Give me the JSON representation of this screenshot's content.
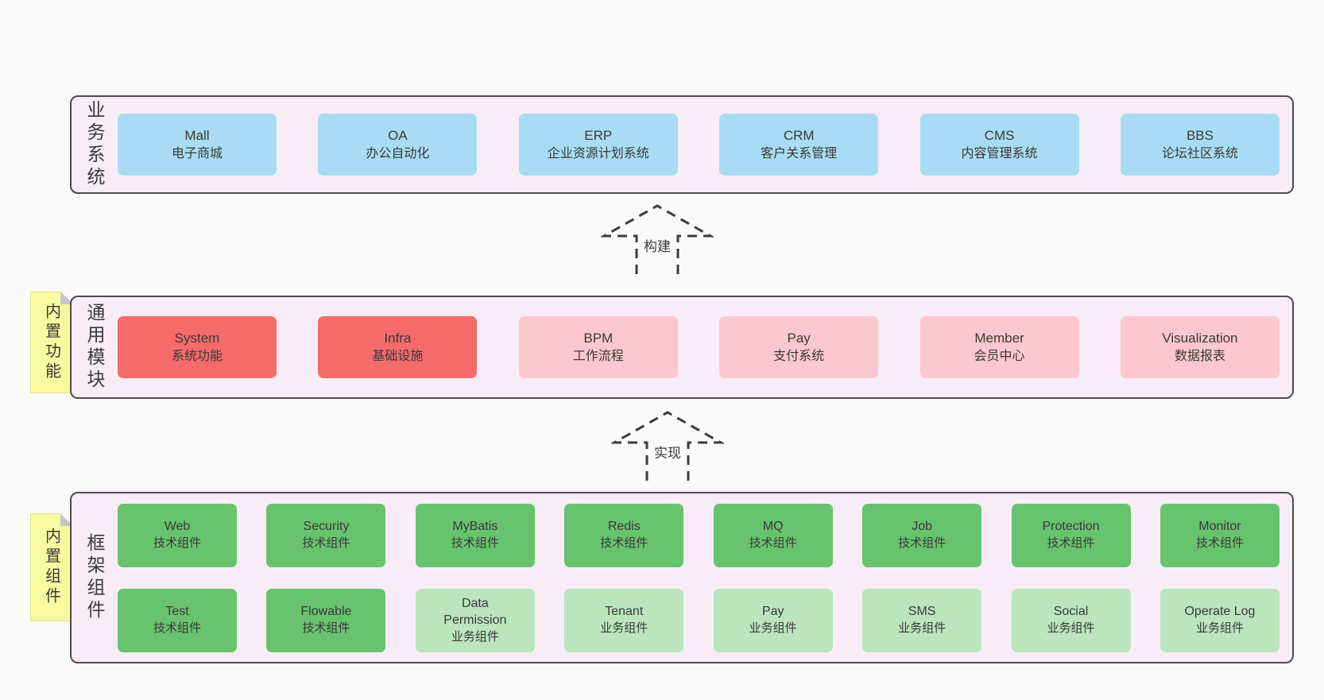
{
  "colors": {
    "band_background": "#f8edf6",
    "band_border": "#4c4c4c",
    "business_box": "#a9dcf4",
    "core_module_box": "#f56b6b",
    "optional_module_box": "#fcc7ce",
    "tech_component_box": "#67c36d",
    "biz_component_box": "#bae5bd",
    "sticky_note": "#fafaa0",
    "text": "#3a3a3a"
  },
  "arrows": [
    {
      "label": "构建"
    },
    {
      "label": "实现"
    }
  ],
  "band_top": {
    "label": "业务系统",
    "boxes": [
      {
        "en": "Mall",
        "zh": "电子商城"
      },
      {
        "en": "OA",
        "zh": "办公自动化"
      },
      {
        "en": "ERP",
        "zh": "企业资源计划系统"
      },
      {
        "en": "CRM",
        "zh": "客户关系管理"
      },
      {
        "en": "CMS",
        "zh": "内容管理系统"
      },
      {
        "en": "BBS",
        "zh": "论坛社区系统"
      }
    ]
  },
  "band_middle": {
    "label": "通用模块",
    "note": "内置功能",
    "boxes": [
      {
        "en": "System",
        "zh": "系统功能"
      },
      {
        "en": "Infra",
        "zh": "基础设施"
      },
      {
        "en": "BPM",
        "zh": "工作流程"
      },
      {
        "en": "Pay",
        "zh": "支付系统"
      },
      {
        "en": "Member",
        "zh": "会员中心"
      },
      {
        "en": "Visualization",
        "zh": "数据报表"
      }
    ]
  },
  "band_bottom": {
    "label": "框架组件",
    "note": "内置组件",
    "row1": [
      {
        "en": "Web",
        "zh": "技术组件"
      },
      {
        "en": "Security",
        "zh": "技术组件"
      },
      {
        "en": "MyBatis",
        "zh": "技术组件"
      },
      {
        "en": "Redis",
        "zh": "技术组件"
      },
      {
        "en": "MQ",
        "zh": "技术组件"
      },
      {
        "en": "Job",
        "zh": "技术组件"
      },
      {
        "en": "Protection",
        "zh": "技术组件"
      },
      {
        "en": "Monitor",
        "zh": "技术组件"
      }
    ],
    "row2": [
      {
        "en": "Test",
        "zh": "技术组件"
      },
      {
        "en": "Flowable",
        "zh": "技术组件"
      },
      {
        "en": "Data Permission",
        "zh": "业务组件"
      },
      {
        "en": "Tenant",
        "zh": "业务组件"
      },
      {
        "en": "Pay",
        "zh": "业务组件"
      },
      {
        "en": "SMS",
        "zh": "业务组件"
      },
      {
        "en": "Social",
        "zh": "业务组件"
      },
      {
        "en": "Operate Log",
        "zh": "业务组件"
      }
    ]
  }
}
